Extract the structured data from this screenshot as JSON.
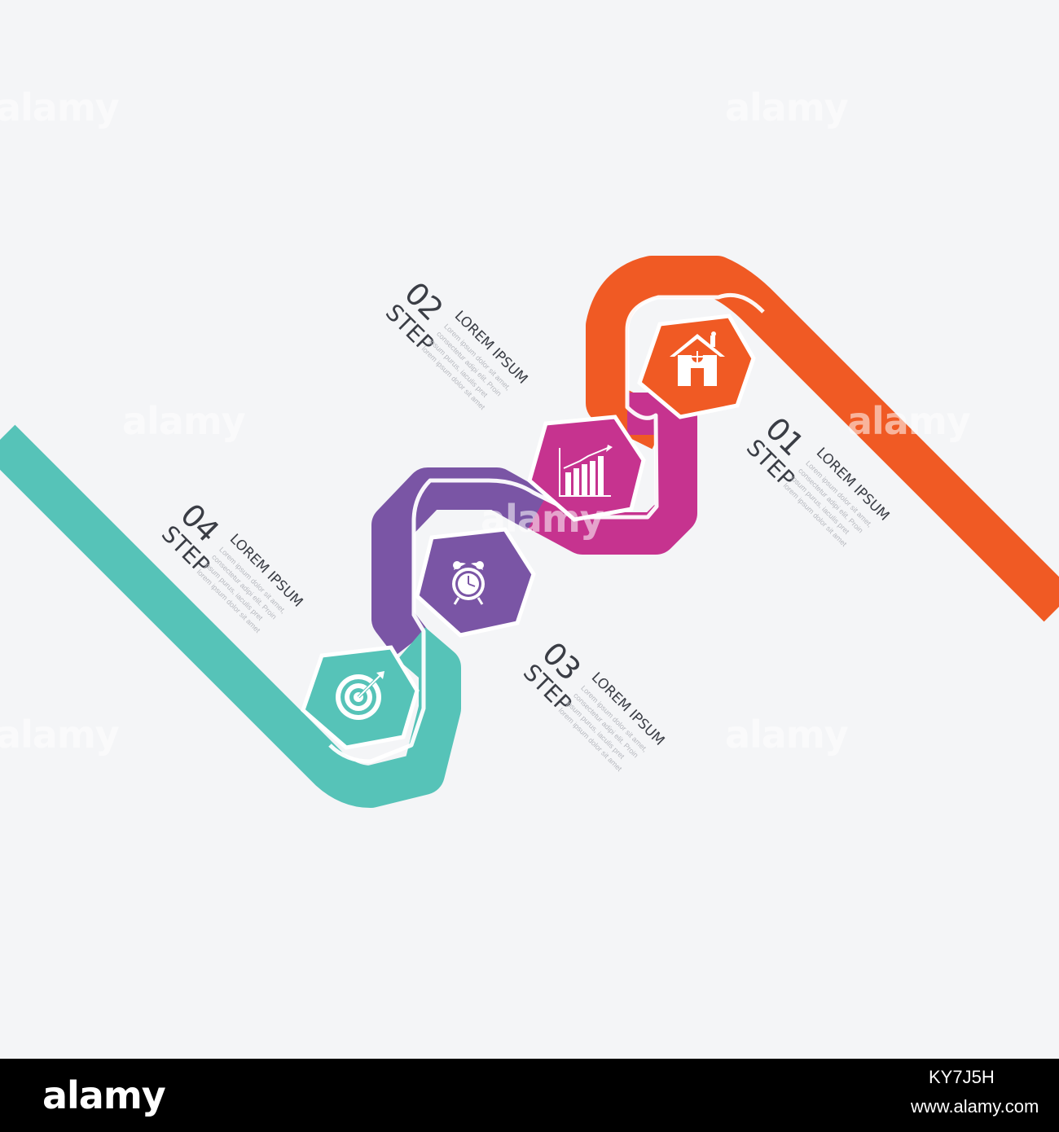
{
  "colors": {
    "background": "#f4f5f7",
    "step1": "#f05a24",
    "step2": "#c6338f",
    "step3": "#7a55a5",
    "step4": "#56c3b8",
    "text": "#3a3d45",
    "body_text": "#b7b9bf"
  },
  "steps": [
    {
      "number": "01",
      "word": "STEP",
      "title": "LOREM IPSUM",
      "body": "Lorem ipsum dolor sit amet, consectetur adipi elit. Proin ipsum purus, iaculis pret lorem ipsum dolor sit amet",
      "icon": "home-icon"
    },
    {
      "number": "02",
      "word": "STEP",
      "title": "LOREM IPSUM",
      "body": "Lorem ipsum dolor sit amet, consectetur adipi elit. Proin ipsum purus, iaculis pret lorem ipsum dolor sit amet",
      "icon": "bar-chart-icon"
    },
    {
      "number": "03",
      "word": "STEP",
      "title": "LOREM IPSUM",
      "body": "Lorem ipsum dolor sit amet, consectetur adipi elit. Proin ipsum purus, iaculis pret lorem ipsum dolor sit amet",
      "icon": "alarm-clock-icon"
    },
    {
      "number": "04",
      "word": "STEP",
      "title": "LOREM IPSUM",
      "body": "Lorem ipsum dolor sit amet, consectetur adipi elit. Proin ipsum purus, iaculis pret lorem ipsum dolor sit amet",
      "icon": "target-icon"
    }
  ],
  "watermark": {
    "text": "alamy"
  },
  "footer": {
    "logo": "alamy",
    "image_id": "KY7J5H",
    "url": "www.alamy.com"
  }
}
